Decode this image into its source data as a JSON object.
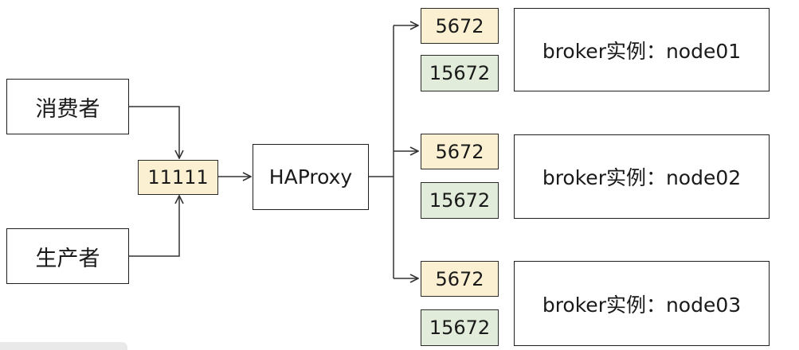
{
  "clients": {
    "consumer": "消费者",
    "producer": "生产者"
  },
  "entry_port": "11111",
  "load_balancer": "HAProxy",
  "nodes": [
    {
      "amqp_port": "5672",
      "mgmt_port": "15672",
      "broker_label": "broker实例：node01"
    },
    {
      "amqp_port": "5672",
      "mgmt_port": "15672",
      "broker_label": "broker实例：node02"
    },
    {
      "amqp_port": "5672",
      "mgmt_port": "15672",
      "broker_label": "broker实例：node03"
    }
  ],
  "colors": {
    "port_amqp_fill": "#fbf1d2",
    "port_mgmt_fill": "#e1ecda",
    "line": "#333333"
  }
}
